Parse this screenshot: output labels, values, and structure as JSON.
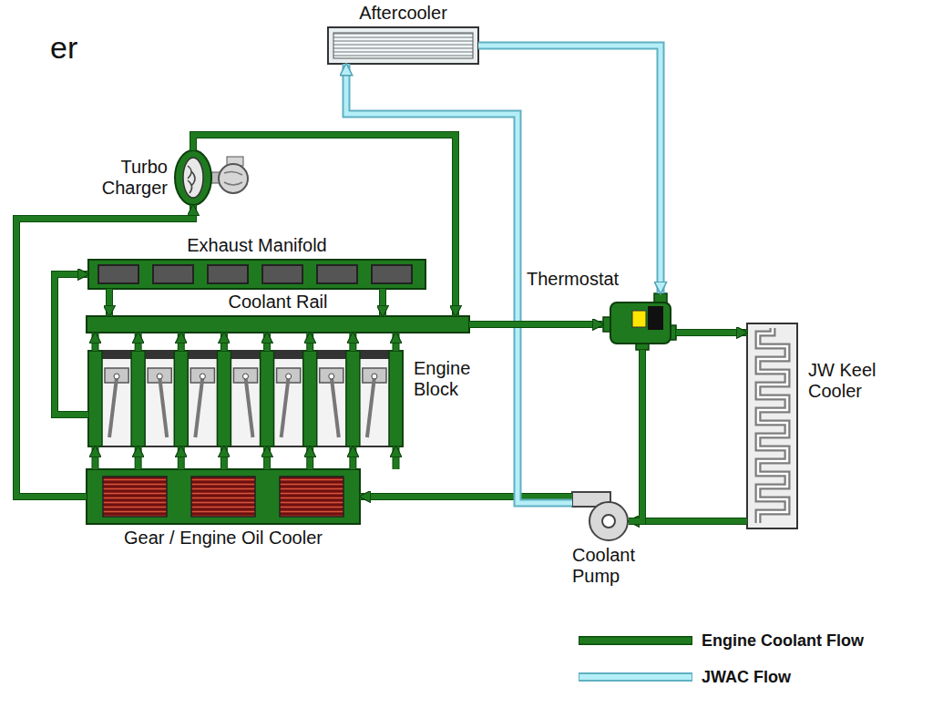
{
  "diagram": {
    "nodes": [
      {
        "text": [
          "Aftercooler"
        ]
      },
      {
        "text": [
          "Turbo Charger"
        ]
      },
      {
        "text": [
          "Exhaust Manifold"
        ]
      },
      {
        "text": [
          "Coolant Rail"
        ]
      },
      {
        "text": [
          "Engine Block"
        ]
      },
      {
        "text": [
          "Thermostat"
        ]
      },
      {
        "text": [
          "JW Keel Cooler"
        ]
      },
      {
        "text": [
          "Gear / Engine Oil Cooler"
        ]
      },
      {
        "text": [
          "Coolant Pump"
        ]
      }
    ],
    "edges": [
      {
        "from": 8,
        "to": 7,
        "arrow": "to"
      },
      {
        "from": 8,
        "to": 0,
        "arrow": "to"
      },
      {
        "from": 7,
        "to": 4,
        "arrow": "to"
      },
      {
        "from": 7,
        "to": 1,
        "arrow": "to"
      },
      {
        "from": 4,
        "to": 2,
        "arrow": "to"
      },
      {
        "from": 4,
        "to": 3,
        "arrow": "to"
      },
      {
        "from": 2,
        "to": 3,
        "arrow": "to"
      },
      {
        "from": 1,
        "to": 3,
        "arrow": "to"
      },
      {
        "from": 3,
        "to": 5,
        "arrow": "to"
      },
      {
        "from": 0,
        "to": 5,
        "arrow": "to"
      },
      {
        "from": 5,
        "to": 6,
        "arrow": "to"
      },
      {
        "from": 6,
        "to": 8,
        "arrow": "to"
      },
      {
        "from": 5,
        "to": 8,
        "arrow": "none"
      }
    ],
    "labels": [
      "er"
    ],
    "legend": [
      {
        "text": "Engine Coolant Flow"
      },
      {
        "text": "JWAC Flow"
      }
    ]
  }
}
